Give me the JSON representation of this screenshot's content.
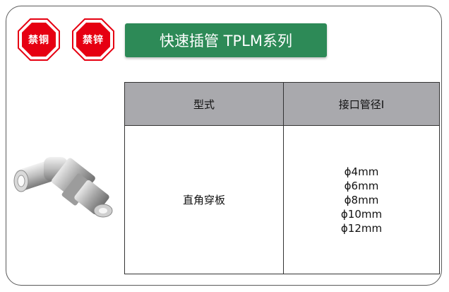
{
  "badges": [
    {
      "label": "禁铜",
      "color": "#e60012"
    },
    {
      "label": "禁锌",
      "color": "#e60012"
    }
  ],
  "title": "快速插管  TPLM系列",
  "colors": {
    "title_bg": "#2d8a57",
    "header_bg": "#a9a9ad",
    "border": "#333333"
  },
  "table": {
    "headers": [
      "型式",
      "接口管径I"
    ],
    "rows": [
      {
        "type": "直角穿板",
        "sizes": [
          "ϕ4mm",
          "ϕ6mm",
          "ϕ8mm",
          "ϕ10mm",
          "ϕ12mm"
        ]
      }
    ]
  },
  "product_image": "elbow-bulkhead-fitting-photo"
}
